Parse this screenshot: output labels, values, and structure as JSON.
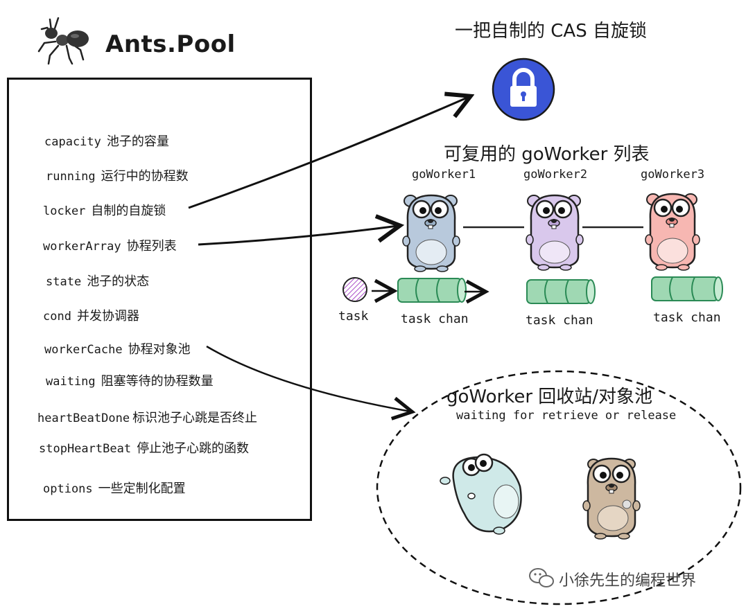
{
  "title": "Ants.Pool",
  "cas_title": "一把自制的 CAS 自旋锁",
  "fields": [
    {
      "name": "capacity",
      "desc": "池子的容量"
    },
    {
      "name": "running",
      "desc": "运行中的协程数"
    },
    {
      "name": "locker",
      "desc": "自制的自旋锁"
    },
    {
      "name": "workerArray",
      "desc": "协程列表"
    },
    {
      "name": "state",
      "desc": "池子的状态"
    },
    {
      "name": "cond",
      "desc": "并发协调器"
    },
    {
      "name": "workerCache",
      "desc": "协程对象池"
    },
    {
      "name": "waiting",
      "desc": "阻塞等待的协程数量"
    },
    {
      "name": "heartBeatDone",
      "desc": "标识池子心跳是否终止"
    },
    {
      "name": "stopHeartBeat",
      "desc": "停止池子心跳的函数"
    },
    {
      "name": "options",
      "desc": "一些定制化配置"
    }
  ],
  "worker_list_title": "可复用的 goWorker 列表",
  "workers": [
    {
      "label": "goWorker1",
      "color": "#b8c9dc"
    },
    {
      "label": "goWorker2",
      "color": "#d9c8ec"
    },
    {
      "label": "goWorker3",
      "color": "#f7b7b2"
    }
  ],
  "task_label": "task",
  "task_chan_label": "task chan",
  "recycle_title": "goWorker 回收站/对象池",
  "recycle_subtitle": "waiting for retrieve or release",
  "watermark": "小徐先生的编程世界",
  "colors": {
    "lock_blue": "#3a55d6",
    "chan_green": "#9fd8b3",
    "task_purple": "#b36bd0",
    "gopher_teal": "#cfe9e8",
    "gopher_brown": "#cdb8a0"
  },
  "icons": [
    "ant-icon",
    "lock-icon",
    "gopher-icon",
    "wechat-icon"
  ]
}
